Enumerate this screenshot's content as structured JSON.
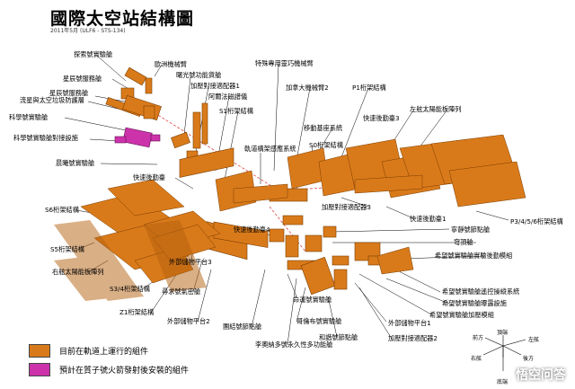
{
  "title": "國際太空站結構圖",
  "subtitle": "2011年5月 (ULF6 - STS-134)",
  "colors": {
    "orbit": "#d97a1a",
    "planned": "#cc33aa",
    "line": "#d44"
  },
  "labels": {
    "explore_lab": "探索號實驗艙",
    "star_mod": "星辰號服務艙",
    "star_mod2": "星辰號服務艙",
    "flow_star": "流星與太空垃圾防護層",
    "sci_lab": "科學號實驗艙",
    "sci_dock": "科學號實驗艙對接設施",
    "dawn_lab": "晨曦號實驗艙",
    "euro_arm": "歐洲機械臂",
    "photon_cargo": "曙光號功能貨艙",
    "pirs": "加壓對接適配器1",
    "amg": "阿爾法磁譜儀",
    "s1": "S1桁架結構",
    "special_arm": "特殊專用靈巧機械臂",
    "canada_arm": "加拿大機械臂2",
    "p1": "P1桁架結構",
    "left_solar": "左舷太陽能板陣列",
    "mobile_base": "移動基座系統",
    "quick2": "快速後勤臺3",
    "s0": "S0桁架結構",
    "orbit_rail": "軌道構架感應系統",
    "quick_rear": "快速後勤臺",
    "pma3": "加壓對接適配器3",
    "quick_rear2": "快速後勤臺1",
    "s6": "S6桁架結構",
    "quick4": "快速後勤臺4",
    "zarya_node": "寧靜號節點艙",
    "cupola": "穹頂艙",
    "p3456": "P3/4/5/6桁架結構",
    "s5": "S5桁架結構",
    "ext_storage3": "外部儲物平台3",
    "kibo_logistics": "希望號實驗艙實驗後勤模組",
    "right_solar": "右舷太陽能板陣列",
    "s34": "S3/4桁架結構",
    "airlock": "尋求號氣密艙",
    "z1": "Z1桁架結構",
    "kibo_arm": "希望號實驗艙遙控操縱系統",
    "kibo_exposed": "希望號實驗艙曝露設施",
    "ext_storage2": "外部儲物平台2",
    "destiny": "命運號實驗艙",
    "kibo_pm": "希望號實驗艙加壓模組",
    "unity_node": "團結號節點艙",
    "columbus": "哥倫布號實驗艙",
    "ext_storage1": "外部儲物平台1",
    "harmony": "和諧號節點艙",
    "pma2": "加壓對接適配器2",
    "leonardo": "李奧納多號永久性多功能艙"
  },
  "legend": {
    "orbit": "目前在軌道上運行的組件",
    "planned": "預計在質子號火箭發射後安裝的組件"
  },
  "compass": {
    "top": "頂端",
    "front": "前方",
    "left": "左舷",
    "right": "右舷",
    "back": "後方",
    "bottom": "底端"
  },
  "watermark": "悟空问答"
}
